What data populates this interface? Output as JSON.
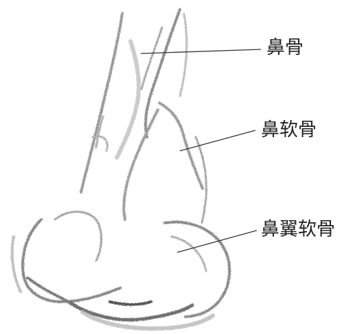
{
  "labels": {
    "nasal_bone": "鼻骨",
    "nasal_cartilage": "鼻软骨",
    "alar_cartilage": "鼻翼软骨"
  }
}
